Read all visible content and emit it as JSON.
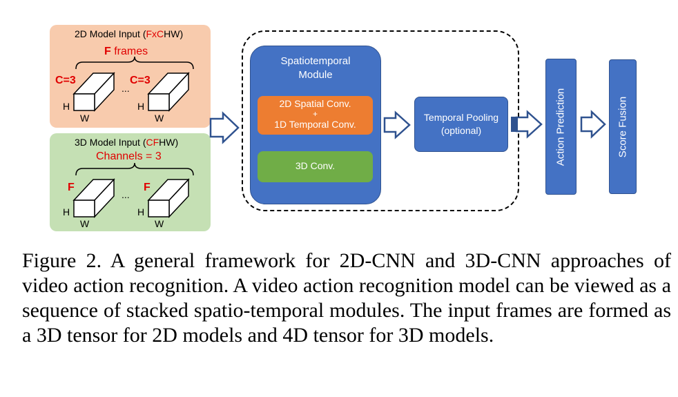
{
  "input_2d": {
    "title_prefix": "2D Model Input (",
    "title_red": "FxC",
    "title_suffix": "HW)",
    "brace_label_bold": "F",
    "brace_label_rest": " frames",
    "channel_label": "C=3",
    "ellipsis": "...",
    "dim_h": "H",
    "dim_w": "W"
  },
  "input_3d": {
    "title_prefix": "3D Model Input (",
    "title_red": "CF",
    "title_suffix": "HW)",
    "brace_label": "Channels = 3",
    "frame_label": "F",
    "ellipsis": "...",
    "dim_h": "H",
    "dim_w": "W"
  },
  "module": {
    "title_line1": "Spatiotemporal",
    "title_line2": "Module",
    "conv2plus1_line1": "2D Spatial Conv.",
    "conv2plus1_plus": "+",
    "conv2plus1_line2": "1D Temporal Conv.",
    "conv3d": "3D Conv."
  },
  "pooling": {
    "line1": "Temporal Pooling",
    "line2": "(optional)"
  },
  "action_prediction": "Action Prediction",
  "score_fusion": "Score Fusion",
  "caption": "Figure 2. A general framework for 2D-CNN and 3D-CNN approaches of video action recognition. A video action recognition model can be viewed as a sequence of stacked spatio-temporal modules. The input frames are formed as a 3D tensor for 2D models and 4D tensor for 3D models.",
  "colors": {
    "panel_2d": "#f8cbad",
    "panel_3d": "#c5e0b4",
    "blue": "#4472c4",
    "orange": "#ed7d31",
    "green": "#70ad47",
    "accent_red": "#e00000"
  }
}
